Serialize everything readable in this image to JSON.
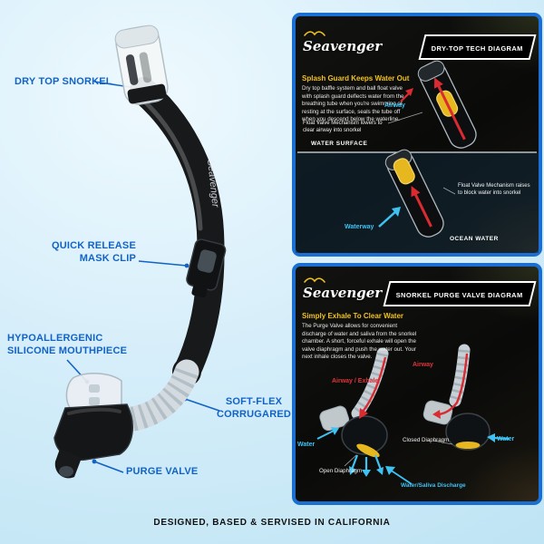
{
  "page": {
    "footer": "DESIGNED, BASED & SERVISED IN CALIFORNIA"
  },
  "snorkel": {
    "tube_brand": "Seavenger"
  },
  "callouts": {
    "dry_top": "DRY TOP SNORKEL",
    "mask_clip_1": "QUICK RELEASE",
    "mask_clip_2": "MASK CLIP",
    "mouthpiece_1": "HYPOALLERGENIC",
    "mouthpiece_2": "SILICONE MOUTHPIECE",
    "soft_flex_1": "SOFT-FLEX",
    "soft_flex_2": "CORRUGARED",
    "purge": "PURGE VALVE"
  },
  "dry_top_panel": {
    "brand": "Seavenger",
    "title": "DRY-TOP TECH DIAGRAM",
    "heading": "Splash Guard Keeps Water Out",
    "body": "Dry top baffle system and ball float valve with splash guard deflects water from the breathing tube when you're swimming or resting at the surface, seals the tube off when you descend below the waterline.",
    "float_lowers": "Float Valve Mechanism lowers to clear airway into snorkel",
    "airway": "Airway",
    "water_surface": "WATER SURFACE",
    "float_raises": "Float Valve Mechanism raises to block water into snorkel",
    "waterway": "Waterway",
    "ocean_water": "OCEAN WATER"
  },
  "purge_panel": {
    "brand": "Seavenger",
    "title": "SNORKEL PURGE VALVE DIAGRAM",
    "heading": "Simply Exhale To Clear Water",
    "body": "The Purge Valve allows for convenient discharge of water and saliva from the snorkel chamber. A short, forceful exhale will open the valve diaphragm and push the water out. Your next inhale closes the valve.",
    "airway_exhale": "Airway / Exhale",
    "airway": "Airway",
    "water_left": "Water",
    "open_diaphragm": "Open Diaphragm",
    "closed_diaphragm": "Closed Diaphragm",
    "water_right": "Water",
    "discharge": "Water/Saliva Discharge"
  },
  "colors": {
    "callout_blue": "#1263c7",
    "panel_border": "#1c6fd2",
    "accent_yellow": "#f2c21d",
    "accent_cyan": "#3fc2f2",
    "accent_red": "#d92b30"
  }
}
